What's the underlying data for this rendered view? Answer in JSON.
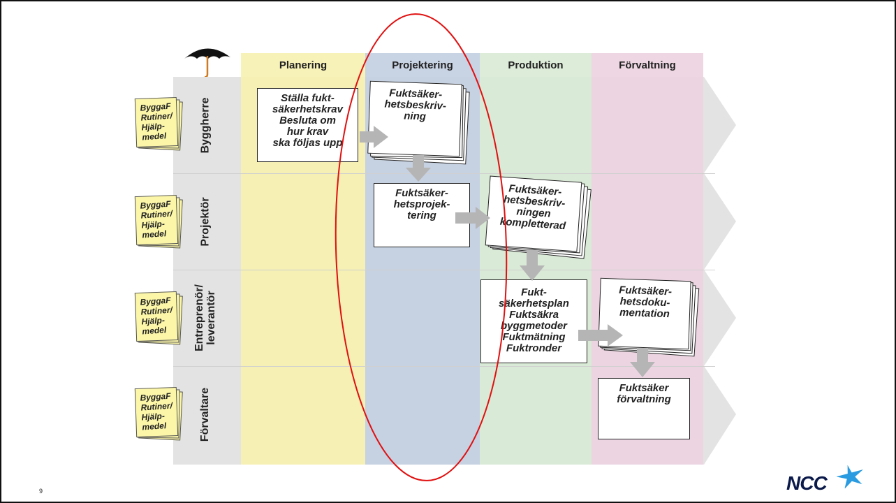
{
  "slide": {
    "page_number": "9",
    "logo_text": "NCC"
  },
  "columns": [
    {
      "label": "Planering",
      "color": "#f6f0b4",
      "header_color": "#f7f2b8"
    },
    {
      "label": "Projektering",
      "color": "#c6d1e2",
      "header_color": "#c8d3e4"
    },
    {
      "label": "Produktion",
      "color": "#d9ead6",
      "header_color": "#dcecd8"
    },
    {
      "label": "Förvaltning",
      "color": "#ecd5e1",
      "header_color": "#eed7e3"
    }
  ],
  "rows": [
    {
      "label": "Byggherre"
    },
    {
      "label": "Projektör"
    },
    {
      "label": "Entreprenör/\nleverantör"
    },
    {
      "label": "Förvaltare"
    }
  ],
  "notes": [
    {
      "lines": [
        "ByggaF",
        "Rutiner/",
        "Hjälp-",
        "medel"
      ]
    },
    {
      "lines": [
        "ByggaF",
        "Rutiner/",
        "Hjälp-",
        "medel"
      ]
    },
    {
      "lines": [
        "ByggaF",
        "Rutiner/",
        "Hjälp-",
        "medel"
      ]
    },
    {
      "lines": [
        "ByggaF",
        "Rutiner/",
        "Hjälp-",
        "medel"
      ]
    }
  ],
  "boxes": {
    "stalla": "Ställa fukt-\nsäkerhetskrav\nBesluta om\nhur krav\nska följas upp",
    "beskrivning": "Fuktsäker-\nhetsbeskriv-\nning",
    "projektering": "Fuktsäker-\nhetsprojek-\ntering",
    "kompletterad": "Fuktsäker-\nhetsbeskriv-\nningen\nkompletterad",
    "plan": "Fukt-\nsäkerhetsplan\nFuktsäkra\nbyggmetoder\nFuktmätning\nFuktronder",
    "dokumentation": "Fuktsäker-\nhetsdoku-\nmentation",
    "forvaltning": "Fuktsäker\nförvaltning"
  },
  "colors": {
    "highlight_ellipse": "#e01010",
    "arrow": "#b5b5b5",
    "band": "#e3e3e3",
    "logo_star": "#2a9be0"
  }
}
